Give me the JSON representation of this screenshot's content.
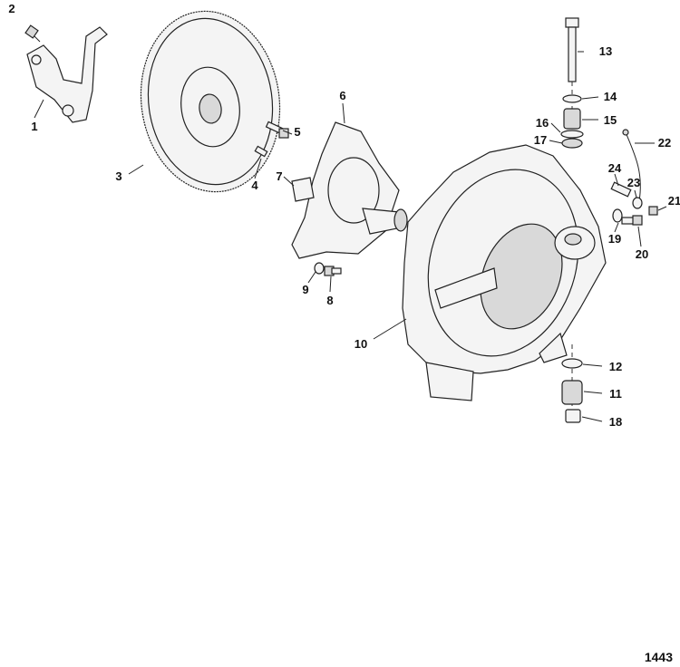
{
  "figure_id": "1443",
  "callouts": [
    {
      "number": "1"
    },
    {
      "number": "2"
    },
    {
      "number": "3"
    },
    {
      "number": "4"
    },
    {
      "number": "5"
    },
    {
      "number": "6"
    },
    {
      "number": "7"
    },
    {
      "number": "8"
    },
    {
      "number": "9"
    },
    {
      "number": "10"
    },
    {
      "number": "11"
    },
    {
      "number": "12"
    },
    {
      "number": "13"
    },
    {
      "number": "14"
    },
    {
      "number": "15"
    },
    {
      "number": "16"
    },
    {
      "number": "17"
    },
    {
      "number": "18"
    },
    {
      "number": "19"
    },
    {
      "number": "20"
    },
    {
      "number": "21"
    },
    {
      "number": "22"
    },
    {
      "number": "23"
    },
    {
      "number": "24"
    }
  ]
}
